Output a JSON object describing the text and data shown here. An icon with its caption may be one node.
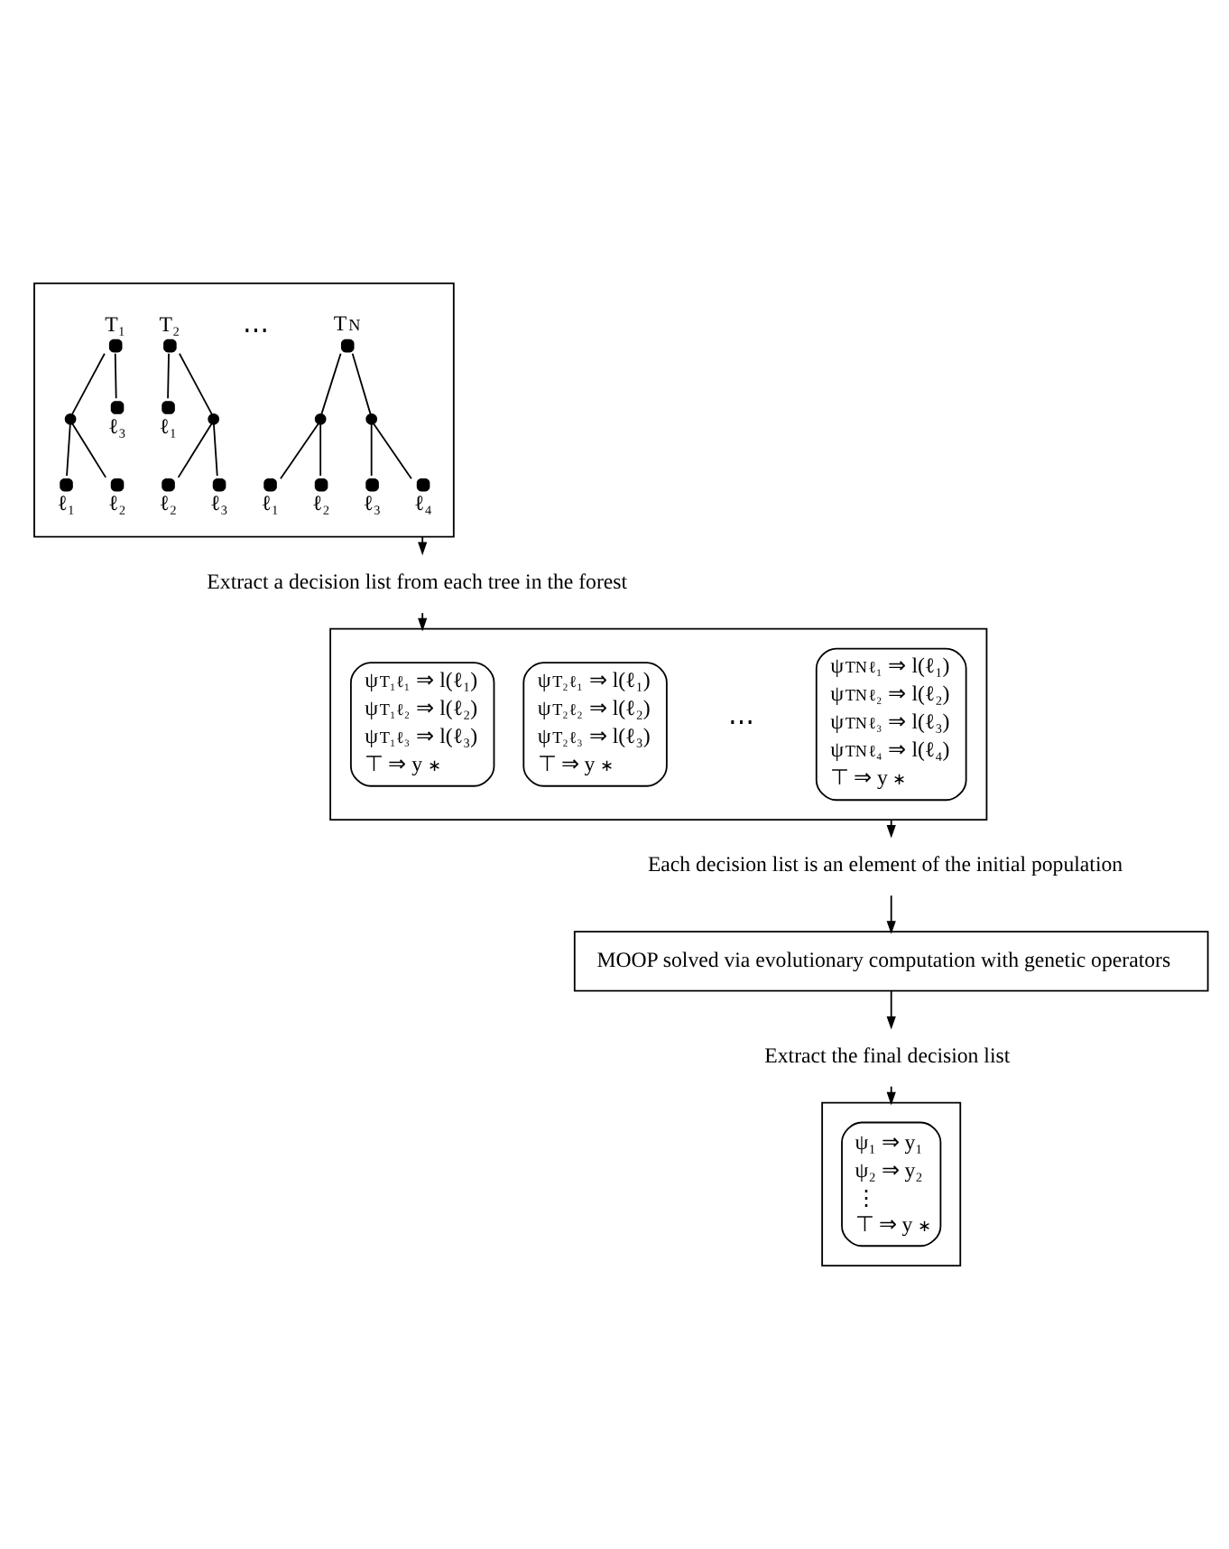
{
  "diagram": {
    "nodes": [
      {
        "text": [],
        "shape": "box"
      },
      {
        "text": [],
        "shape": "circle",
        "in": 0,
        "beside": [
          "T₁"
        ]
      },
      {
        "text": [],
        "shape": "circle",
        "in": 0
      },
      {
        "text": [],
        "shape": "circle",
        "in": 0,
        "beside": [
          "ℓ₃"
        ]
      },
      {
        "text": [],
        "shape": "circle",
        "in": 0,
        "beside": [
          "ℓ₁"
        ]
      },
      {
        "text": [],
        "shape": "circle",
        "in": 0,
        "beside": [
          "ℓ₂"
        ]
      },
      {
        "text": [],
        "shape": "circle",
        "in": 0,
        "beside": [
          "T₂"
        ]
      },
      {
        "text": [],
        "shape": "circle",
        "in": 0,
        "beside": [
          "ℓ₁"
        ]
      },
      {
        "text": [],
        "shape": "circle",
        "in": 0
      },
      {
        "text": [],
        "shape": "circle",
        "in": 0,
        "beside": [
          "ℓ₂"
        ]
      },
      {
        "text": [],
        "shape": "circle",
        "in": 0,
        "beside": [
          "ℓ₃"
        ]
      },
      {
        "text": [],
        "shape": "circle",
        "in": 0,
        "beside": [
          "T$_{N}$"
        ]
      },
      {
        "text": [],
        "shape": "circle",
        "in": 0
      },
      {
        "text": [],
        "shape": "circle",
        "in": 0
      },
      {
        "text": [],
        "shape": "circle",
        "in": 0,
        "beside": [
          "ℓ₁"
        ]
      },
      {
        "text": [],
        "shape": "circle",
        "in": 0,
        "beside": [
          "ℓ₂"
        ]
      },
      {
        "text": [],
        "shape": "circle",
        "in": 0,
        "beside": [
          "ℓ₃"
        ]
      },
      {
        "text": [],
        "shape": "circle",
        "in": 0,
        "beside": [
          "ℓ₄"
        ]
      },
      {
        "text": [
          "Extract a decision list from each tree in the forest"
        ]
      },
      {
        "text": [],
        "shape": "box"
      },
      {
        "text": [
          "ψ$^{T₁}$$_{ℓ₁}$ ⇒ l(ℓ₁)",
          "ψ$^{T₁}$$_{ℓ₂}$ ⇒ l(ℓ₂)",
          "ψ$^{T₁}$$_{ℓ₃}$ ⇒ l(ℓ₃)",
          "⊤ ⇒ y$_{∗}$"
        ],
        "in": 19
      },
      {
        "text": [
          "ψ$^{T₂}$$_{ℓ₁}$ ⇒ l(ℓ₁)",
          "ψ$^{T₂}$$_{ℓ₂}$ ⇒ l(ℓ₂)",
          "ψ$^{T₂}$$_{ℓ₃}$ ⇒ l(ℓ₃)",
          "⊤ ⇒ y$_{∗}$"
        ],
        "in": 19
      },
      {
        "text": [
          "ψ$^{TN}$$_{ℓ₁}$ ⇒ l(ℓ₁)",
          "ψ$^{TN}$$_{ℓ₂}$ ⇒ l(ℓ₂)",
          "ψ$^{TN}$$_{ℓ₃}$ ⇒ l(ℓ₃)",
          "ψ$^{TN}$$_{ℓ₄}$ ⇒ l(ℓ₄)",
          "⊤ ⇒ y$_{∗}$"
        ],
        "in": 19
      },
      {
        "text": [
          "Each decision list is an element of the initial population"
        ]
      },
      {
        "text": [
          "MOOP solved via evolutionary computation with genetic operators"
        ]
      },
      {
        "text": [
          "Extract the final decision list"
        ]
      },
      {
        "text": [],
        "shape": "box"
      },
      {
        "text": [
          "ψ₁ ⇒ y₁",
          "ψ₂ ⇒ y₂",
          "⋮",
          "⊤ ⇒ y$_{∗}$"
        ],
        "in": 26
      }
    ],
    "edges": [
      {
        "from": 1,
        "to": 2,
        "arrow": "none"
      },
      {
        "from": 1,
        "to": 3,
        "arrow": "none"
      },
      {
        "from": 2,
        "to": 4,
        "arrow": "none"
      },
      {
        "from": 2,
        "to": 5,
        "arrow": "none"
      },
      {
        "from": 6,
        "to": 7,
        "arrow": "none"
      },
      {
        "from": 6,
        "to": 8,
        "arrow": "none"
      },
      {
        "from": 8,
        "to": 9,
        "arrow": "none"
      },
      {
        "from": 8,
        "to": 10,
        "arrow": "none"
      },
      {
        "from": 11,
        "to": 12,
        "arrow": "none"
      },
      {
        "from": 11,
        "to": 13,
        "arrow": "none"
      },
      {
        "from": 12,
        "to": 14,
        "arrow": "none"
      },
      {
        "from": 12,
        "to": 15,
        "arrow": "none"
      },
      {
        "from": 13,
        "to": 16,
        "arrow": "none"
      },
      {
        "from": 13,
        "to": 17,
        "arrow": "none"
      },
      {
        "from": 0,
        "to": 18,
        "arrow": "to"
      },
      {
        "from": 18,
        "to": 19,
        "arrow": "to"
      },
      {
        "from": 19,
        "to": 23,
        "arrow": "to"
      },
      {
        "from": 23,
        "to": 24,
        "arrow": "to"
      },
      {
        "from": 24,
        "to": 25,
        "arrow": "to"
      },
      {
        "from": 25,
        "to": 26,
        "arrow": "to"
      }
    ],
    "labels": [
      "⋯",
      "⋯"
    ]
  }
}
